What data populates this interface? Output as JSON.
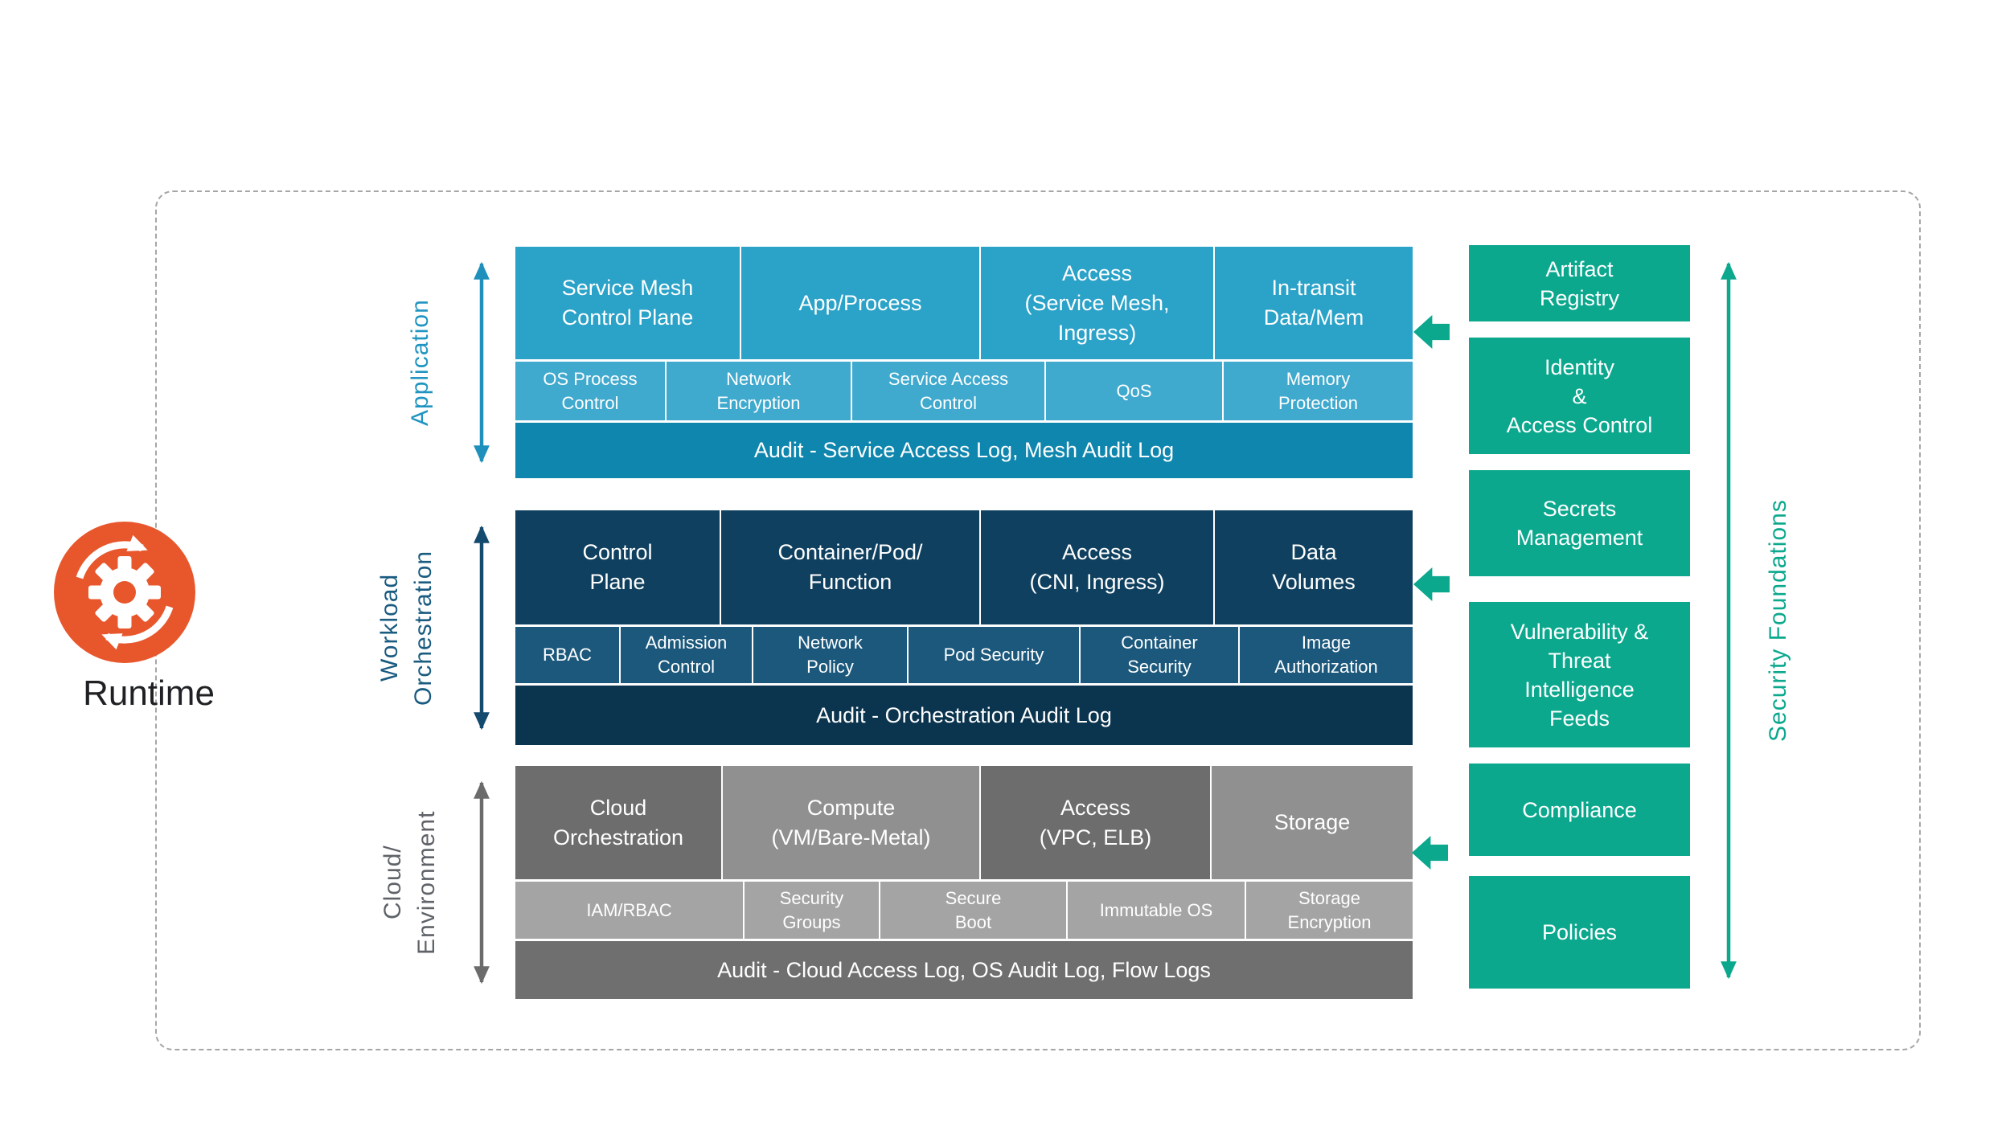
{
  "runtime": {
    "label": "Runtime",
    "icon": "sync-gear-icon"
  },
  "security_foundations": {
    "label": "Security Foundations"
  },
  "foundations": [
    "Artifact\nRegistry",
    "Identity\n&\nAccess Control",
    "Secrets\nManagement",
    "Vulnerability &\nThreat\nIntelligence\nFeeds",
    "Compliance",
    "Policies"
  ],
  "layers": [
    {
      "label": "Application",
      "primary": [
        "Service Mesh\nControl Plane",
        "App/Process",
        "Access\n(Service Mesh,\nIngress)",
        "In-transit\nData/Mem"
      ],
      "controls": [
        "OS Process\nControl",
        "Network\nEncryption",
        "Service Access\nControl",
        "QoS",
        "Memory\nProtection"
      ],
      "audit": "Audit - Service Access Log, Mesh Audit Log"
    },
    {
      "label": "Workload\nOrchestration",
      "primary": [
        "Control\nPlane",
        "Container/Pod/\nFunction",
        "Access\n(CNI, Ingress)",
        "Data\nVolumes"
      ],
      "controls": [
        "RBAC",
        "Admission\nControl",
        "Network\nPolicy",
        "Pod Security",
        "Container\nSecurity",
        "Image\nAuthorization"
      ],
      "audit": "Audit - Orchestration Audit Log"
    },
    {
      "label": "Cloud/\nEnvironment",
      "primary": [
        "Cloud\nOrchestration",
        "Compute\n(VM/Bare-Metal)",
        "Access\n(VPC, ELB)",
        "Storage"
      ],
      "controls": [
        "IAM/RBAC",
        "Security\nGroups",
        "Secure\nBoot",
        "Immutable OS",
        "Storage\nEncryption"
      ],
      "audit": "Audit - Cloud Access Log, OS Audit Log, Flow Logs"
    }
  ],
  "palette": {
    "application_blue": "#2ba2c8",
    "application_control_blue": "#3fa9ce",
    "application_audit_blue": "#0f86ae",
    "workload_navy": "#10405f",
    "workload_control_navy": "#1b587c",
    "workload_audit_navy": "#0b344f",
    "cloud_gray_dark": "#6d6d6d",
    "cloud_gray_light": "#909090",
    "cloud_control_gray": "#a4a4a4",
    "cloud_audit_gray": "#6f6f6f",
    "foundation_teal": "#0ba88e",
    "runtime_orange": "#e8572c"
  }
}
